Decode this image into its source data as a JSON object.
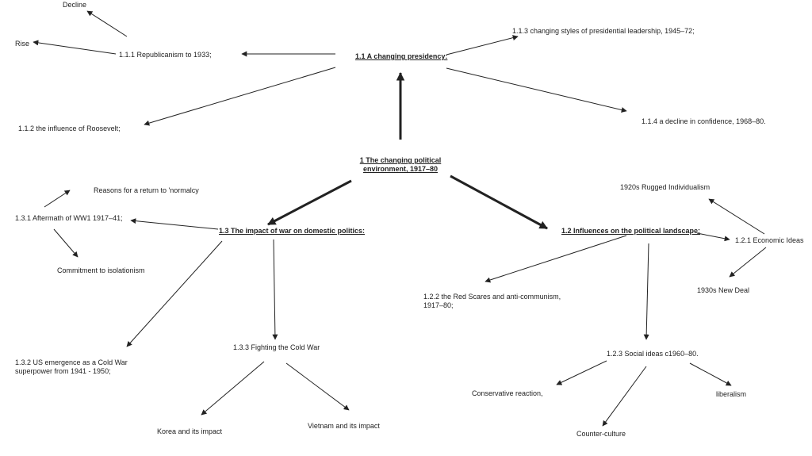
{
  "nodes": {
    "root": "1 The changing political environment, 1917–80",
    "n1_1": "1.1 A changing presidency:",
    "n1_1_1": "1.1.1 Republicanism to 1933;",
    "decline": "Decline",
    "rise": "Rise",
    "n1_1_2": "1.1.2 the influence of Roosevelt;",
    "n1_1_3": "1.1.3 changing styles of presidential leadership, 1945–72;",
    "n1_1_4": "1.1.4  a decline in confidence, 1968–80.",
    "n1_2": "1.2  Influences on the political landscape:",
    "n1_2_1": "1.2.1 Economic Ideas",
    "rugged": "1920s Rugged Individualism",
    "newdeal": "1930s New Deal",
    "n1_2_2": "1.2.2 the Red Scares and anti-communism, 1917–80;",
    "n1_2_3": "1.2.3  Social ideas c1960–80.",
    "conservative": "Conservative reaction,",
    "liberalism": "liberalism",
    "counter": "Counter-culture",
    "n1_3": "1.3 The impact of war on domestic politics:",
    "n1_3_1": "1.3.1 Aftermath of WW1 1917–41;",
    "normalcy": "Reasons for a return to 'normalcy",
    "isolationism": "Commitment to isolationism",
    "n1_3_2": "1.3.2 US emergence as a Cold War superpower from 1941 - 1950;",
    "n1_3_3": "1.3.3 Fighting the Cold War",
    "korea": "Korea and its impact",
    "vietnam": "Vietnam and its impact"
  },
  "colors": {
    "arrow": "#222222",
    "text": "#222222"
  }
}
